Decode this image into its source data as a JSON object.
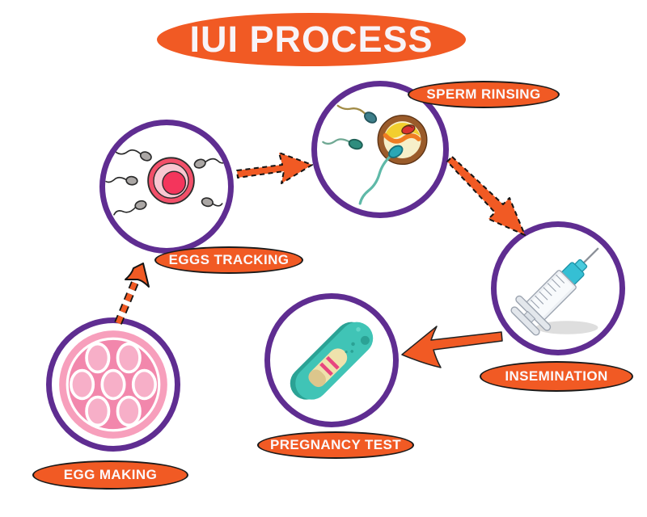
{
  "title": {
    "text": "IUI PROCESS"
  },
  "palette": {
    "orange": "#F15A24",
    "purple": "#5F2D91",
    "label_text": "#FBF8FB",
    "pill_outline": "#1A1A1A"
  },
  "steps": [
    {
      "name": "egg-making",
      "label": "EGG MAKING",
      "icon": "ovary-follicles-icon"
    },
    {
      "name": "eggs-tracking",
      "label": "EGGS TRACKING",
      "icon": "sperm-approaching-egg-icon"
    },
    {
      "name": "sperm-rinsing",
      "label": "SPERM RINSING",
      "icon": "sperm-fertilizing-egg-icon"
    },
    {
      "name": "insemination",
      "label": "INSEMINATION",
      "icon": "syringe-icon"
    },
    {
      "name": "pregnancy-test",
      "label": "PREGNANCY TEST",
      "icon": "pregnancy-test-stick-icon"
    }
  ],
  "arrows": [
    {
      "from": "EGG MAKING",
      "to": "EGGS TRACKING",
      "style": "dashed",
      "direction": "up"
    },
    {
      "from": "EGGS TRACKING",
      "to": "SPERM RINSING",
      "style": "dashed",
      "direction": "right"
    },
    {
      "from": "SPERM RINSING",
      "to": "INSEMINATION",
      "style": "dashed",
      "direction": "down-right"
    },
    {
      "from": "INSEMINATION",
      "to": "PREGNANCY TEST",
      "style": "solid",
      "direction": "left"
    }
  ]
}
